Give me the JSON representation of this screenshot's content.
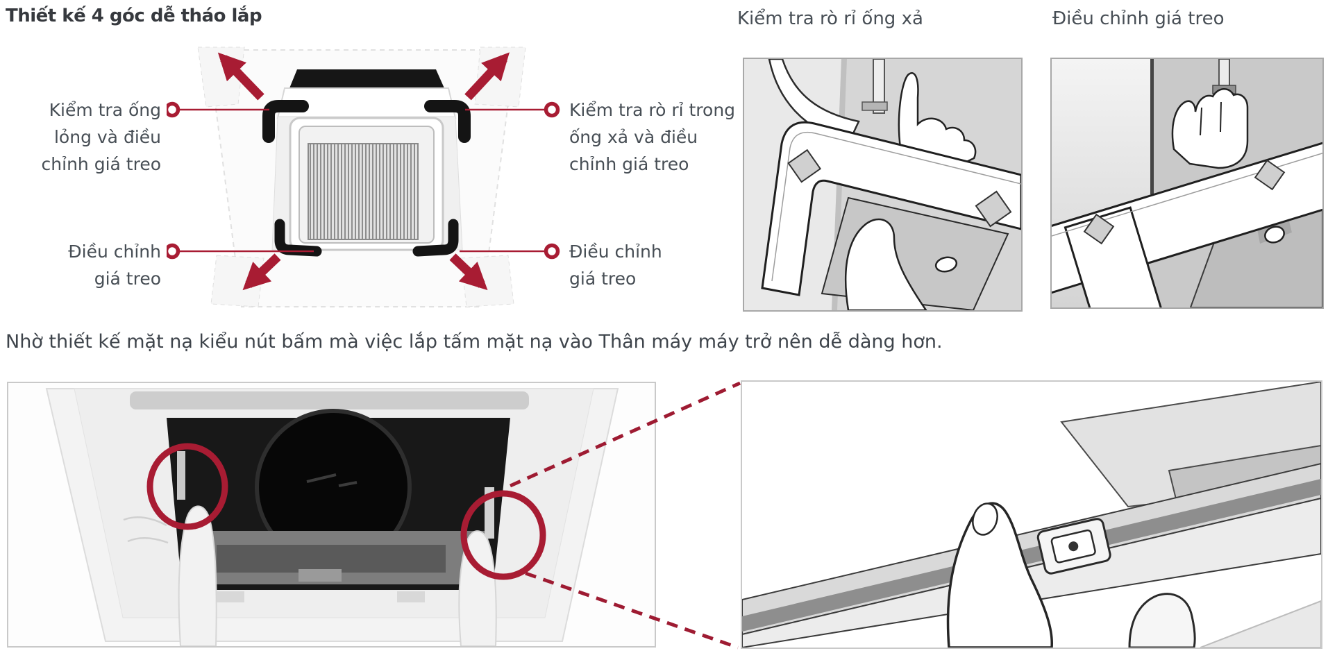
{
  "colors": {
    "accent": "#A81C33",
    "dashed": "#9E1B32",
    "text": "#474e55",
    "title_text": "#36393e"
  },
  "diagram": {
    "title": "Thiết kế 4 góc dễ tháo lắp",
    "labels": {
      "top_left": {
        "lines": [
          "Kiểm tra ống",
          "lỏng và điều",
          "chỉnh giá treo"
        ]
      },
      "top_right": {
        "lines": [
          "Kiểm tra rò rỉ trong",
          "ống xả và điều",
          "chỉnh giá treo"
        ]
      },
      "bottom_left": {
        "lines": [
          "Điều chỉnh",
          "giá treo"
        ]
      },
      "bottom_right": {
        "lines": [
          "Điều chỉnh",
          "giá treo"
        ]
      }
    }
  },
  "figures": {
    "drain_check": {
      "caption": "Kiểm tra rò rỉ ống xả"
    },
    "hanger_adjust": {
      "caption": "Điều chỉnh giá treo"
    }
  },
  "note": {
    "text": "Nhờ thiết kế mặt nạ kiểu nút bấm mà việc lắp tấm mặt nạ vào Thân máy máy trở nên dễ dàng hơn."
  }
}
